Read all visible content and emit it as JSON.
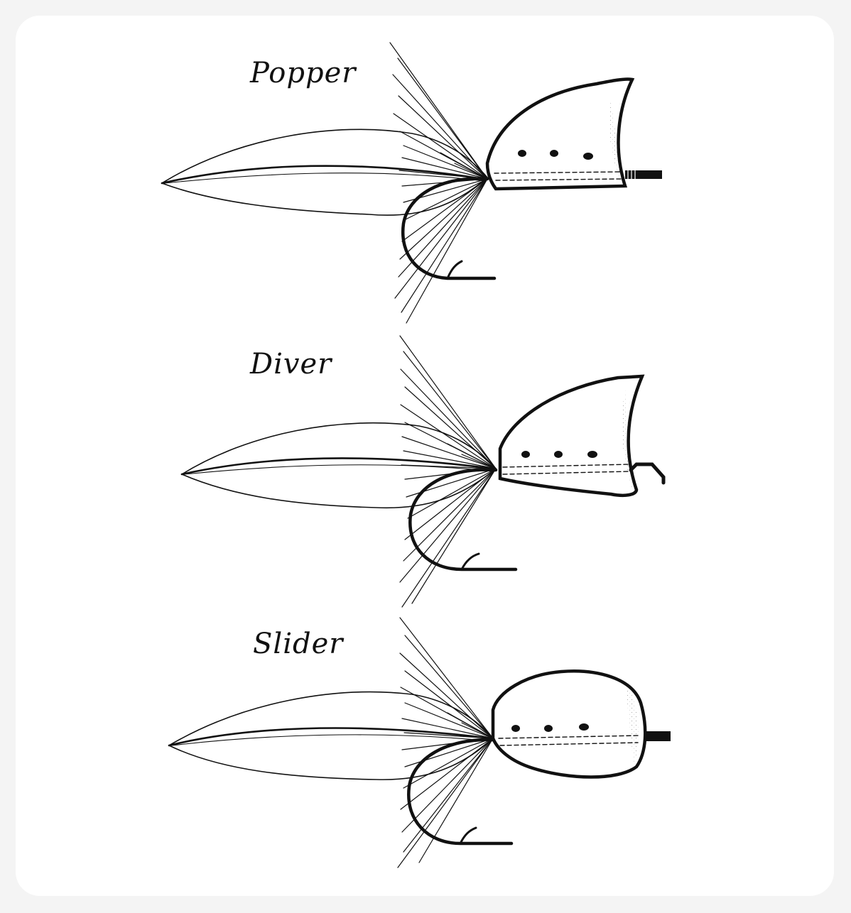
{
  "flies": [
    {
      "label": "Popper",
      "head_icon": "popper-head-icon"
    },
    {
      "label": "Diver",
      "head_icon": "diver-head-icon"
    },
    {
      "label": "Slider",
      "head_icon": "slider-head-icon"
    }
  ],
  "colors": {
    "ink": "#111111",
    "paper": "#ffffff",
    "background": "#f4f4f4"
  }
}
